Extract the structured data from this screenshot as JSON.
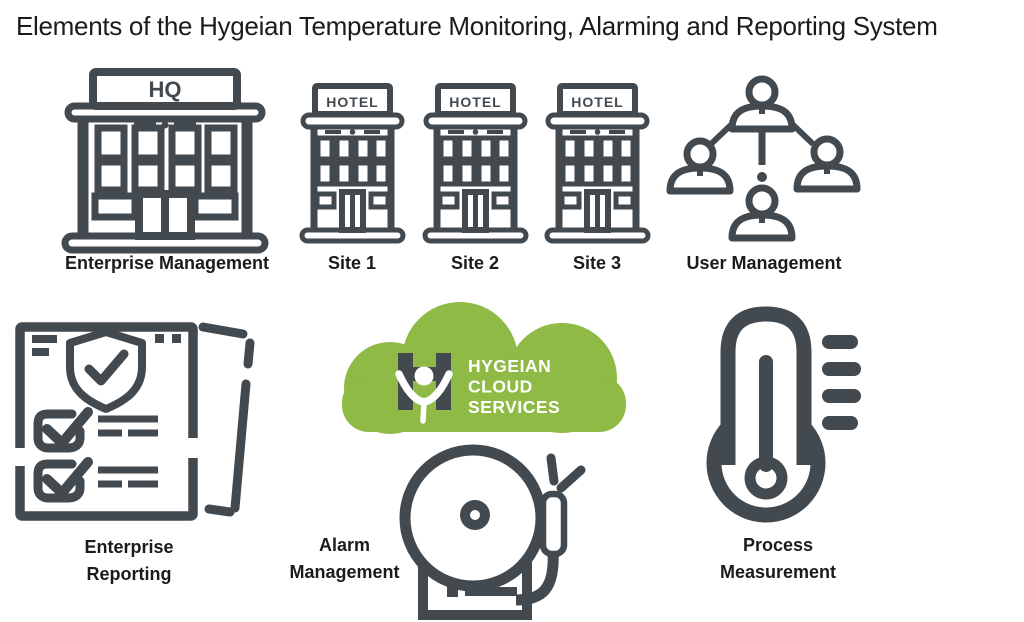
{
  "title": "Elements of the Hygeian Temperature Monitoring, Alarming and Reporting System",
  "colors": {
    "icon_ink": "#424a50",
    "cloud_green": "#8eba45",
    "text": "#1b1b1b"
  },
  "row1": {
    "enterprise_management": {
      "label": "Enterprise Management",
      "building_sign": "HQ"
    },
    "sites": [
      {
        "label": "Site 1",
        "building_sign": "HOTEL"
      },
      {
        "label": "Site 2",
        "building_sign": "HOTEL"
      },
      {
        "label": "Site 3",
        "building_sign": "HOTEL"
      }
    ],
    "user_management": {
      "label": "User Management"
    }
  },
  "row2": {
    "enterprise_reporting": {
      "label_line1": "Enterprise",
      "label_line2": "Reporting"
    },
    "hygeian_cloud": {
      "text_line1": "HYGEIAN",
      "text_line2": "CLOUD",
      "text_line3": "SERVICES"
    },
    "alarm_management": {
      "label_line1": "Alarm",
      "label_line2": "Management"
    },
    "process_measurement": {
      "label_line1": "Process",
      "label_line2": "Measurement"
    }
  }
}
